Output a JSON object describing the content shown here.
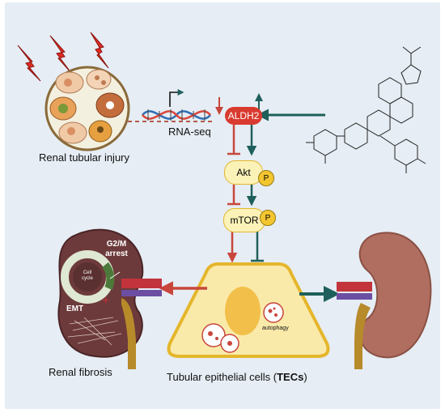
{
  "labels": {
    "renal_tubular_injury": "Renal tubular injury",
    "rna_seq": "RNA-seq",
    "aldh2": "ALDH2",
    "akt": "Akt",
    "mtor": "mTOR",
    "phospho": "P",
    "g2m_arrest": "G2/M arrest",
    "cell_cycle": "Cell cycle",
    "emt": "EMT",
    "renal_fibrosis": "Renal fibrosis",
    "autophagy": "autophagy",
    "tec_caption_main": "Tubular epithelial cells (",
    "tec_caption_bold": "TECs",
    "tec_caption_end": ")"
  },
  "colors": {
    "background": "#e6edf4",
    "inhibit_red": "#c8463c",
    "activate_teal": "#1f5f5b",
    "aldh2_fill": "#d93a2f",
    "node_fill": "#fbf2b8",
    "phospho_fill": "#f3c630",
    "cell_fill": "#faeaaa",
    "cell_border": "#e5b62c",
    "kidney_healthy": "#b06e60",
    "kidney_fibrotic": "#6d3a3b"
  },
  "icons": [
    "lightning-icon",
    "injured-cells-icon",
    "dna-helix-icon",
    "molecule-structure-icon",
    "kidney-icon",
    "cell-cycle-icon"
  ]
}
